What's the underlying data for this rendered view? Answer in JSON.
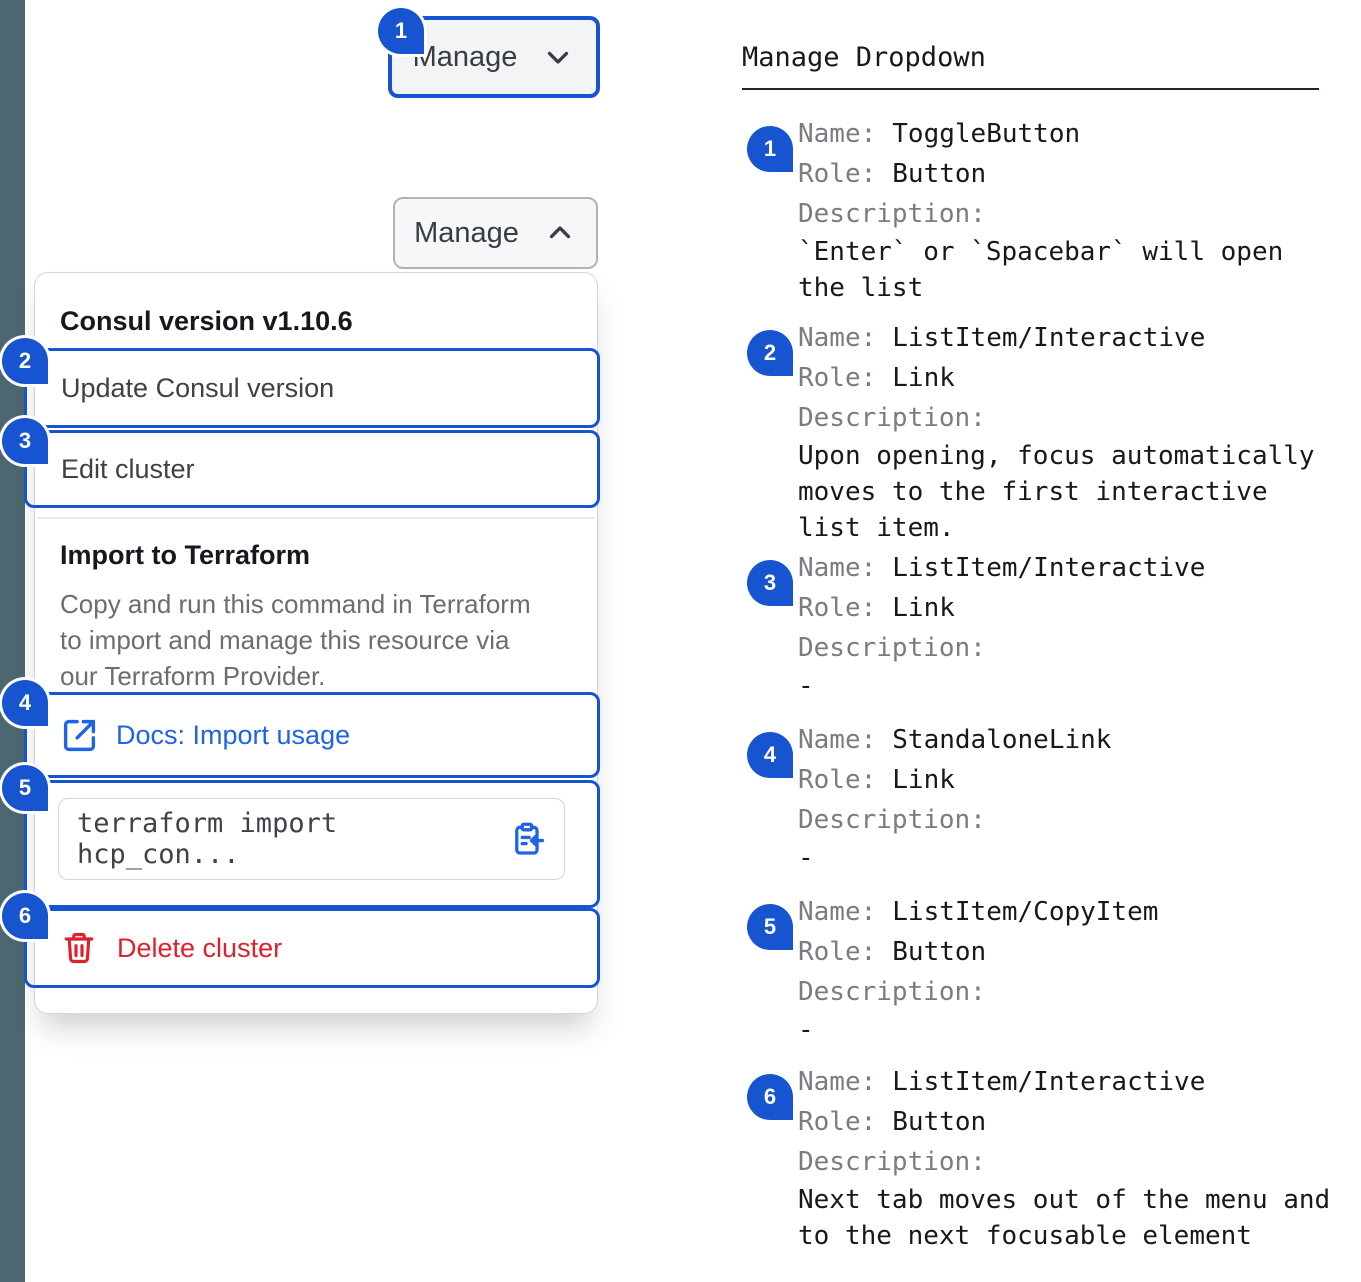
{
  "colors": {
    "annotation_blue": "#1754D0",
    "link_blue": "#1F63E6",
    "danger_red": "#DE212E",
    "left_strip": "#4D6770"
  },
  "toggle_button": {
    "closed_label": "Manage",
    "open_label": "Manage"
  },
  "dropdown": {
    "version_header": "Consul version v1.10.6",
    "update_item": "Update Consul version",
    "edit_item": "Edit cluster",
    "import_title": "Import to Terraform",
    "import_description": "Copy and run this command in Terraform\nto import and manage this resource via\nour Terraform Provider.",
    "docs_link": "Docs: Import usage",
    "code_snippet": "terraform import hcp_con...",
    "delete_item": "Delete cluster"
  },
  "icons": {
    "chevron_down": "v-shape chevron",
    "chevron_up": "^-shape chevron",
    "external_link": "square with arrow out of top-right",
    "clipboard_copy": "clipboard with left arrow",
    "trash": "trash can"
  },
  "spec_panel": {
    "title": "Manage Dropdown",
    "labels": {
      "name": "Name:",
      "role": "Role:",
      "description": "Description:"
    },
    "entries": [
      {
        "num": "1",
        "name": "ToggleButton",
        "role": "Button",
        "description": "`Enter` or `Spacebar` will open\nthe list"
      },
      {
        "num": "2",
        "name": "ListItem/Interactive",
        "role": "Link",
        "description": "Upon opening, focus automatically\nmoves to the first interactive\nlist item."
      },
      {
        "num": "3",
        "name": "ListItem/Interactive",
        "role": "Link",
        "description": "-"
      },
      {
        "num": "4",
        "name": "StandaloneLink",
        "role": "Link",
        "description": "-"
      },
      {
        "num": "5",
        "name": "ListItem/CopyItem",
        "role": "Button",
        "description": "-"
      },
      {
        "num": "6",
        "name": "ListItem/Interactive",
        "role": "Button",
        "description": "Next tab moves out of the menu and\nto the next focusable element"
      }
    ]
  }
}
